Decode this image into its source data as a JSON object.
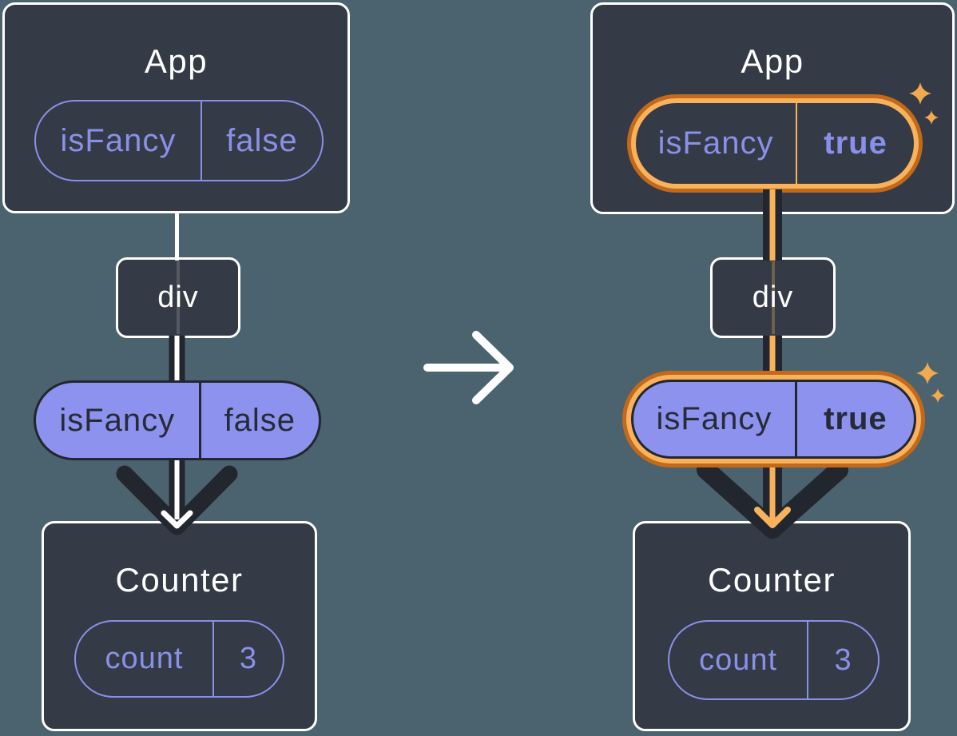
{
  "diagram": {
    "left": {
      "app": {
        "title": "App",
        "state_pill": {
          "key": "isFancy",
          "value": "false"
        }
      },
      "div": {
        "label": "div"
      },
      "prop_pill": {
        "key": "isFancy",
        "value": "false"
      },
      "counter": {
        "title": "Counter",
        "state_pill": {
          "key": "count",
          "value": "3"
        }
      }
    },
    "right": {
      "app": {
        "title": "App",
        "state_pill": {
          "key": "isFancy",
          "value": "true"
        }
      },
      "div": {
        "label": "div"
      },
      "prop_pill": {
        "key": "isFancy",
        "value": "true"
      },
      "counter": {
        "title": "Counter",
        "state_pill": {
          "key": "count",
          "value": "3"
        }
      }
    }
  },
  "colors": {
    "background": "#4B636E",
    "card_bg": "#343B46",
    "card_border": "#FFFFFF",
    "purple": "#8990E9",
    "purple_fill": "#8C92EE",
    "dark_line": "#22262E",
    "amber": "#F8B25C",
    "amber_deep": "#C2691C",
    "sparkle": "#F3AA4E"
  }
}
